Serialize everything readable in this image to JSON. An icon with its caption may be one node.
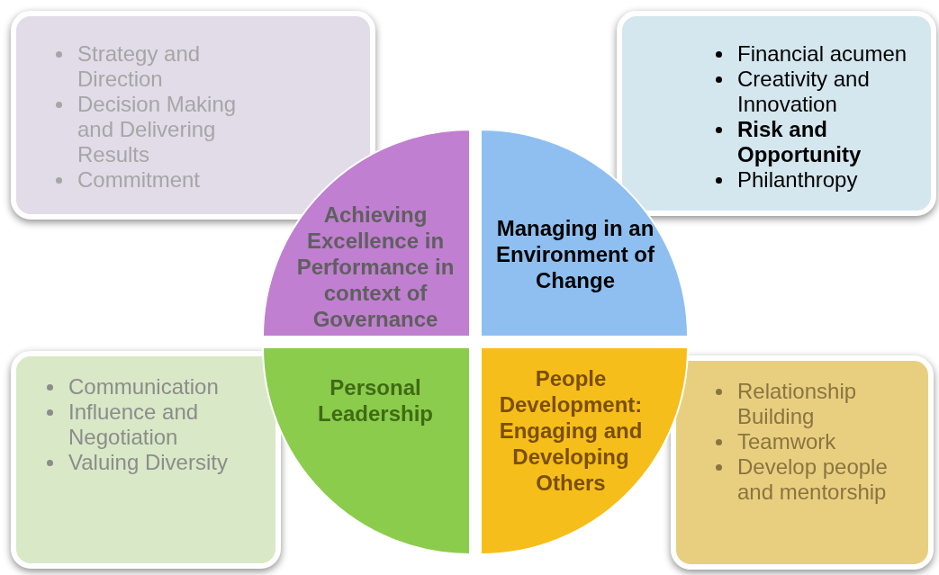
{
  "diagram": {
    "nodes": [
      {
        "text": [
          "Strategy and Direction",
          "Decision Making and Delivering Results",
          "Commitment"
        ]
      },
      {
        "text": [
          "Financial acumen",
          "Creativity and Innovation",
          "**Risk and Opportunity**",
          "Philanthropy"
        ]
      },
      {
        "text": [
          "Communication",
          "Influence and Negotiation",
          "Valuing Diversity"
        ]
      },
      {
        "text": [
          "Relationship Building",
          "Teamwork",
          "Develop people and mentorship"
        ]
      },
      {
        "text": [
          "Achieving Excellence in Performance in context of Governance"
        ]
      },
      {
        "text": [
          "Managing in an Environment of Change"
        ]
      },
      {
        "text": [
          "Personal Leadership"
        ]
      },
      {
        "text": [
          "People Development: Engaging and Developing Others"
        ]
      }
    ]
  }
}
